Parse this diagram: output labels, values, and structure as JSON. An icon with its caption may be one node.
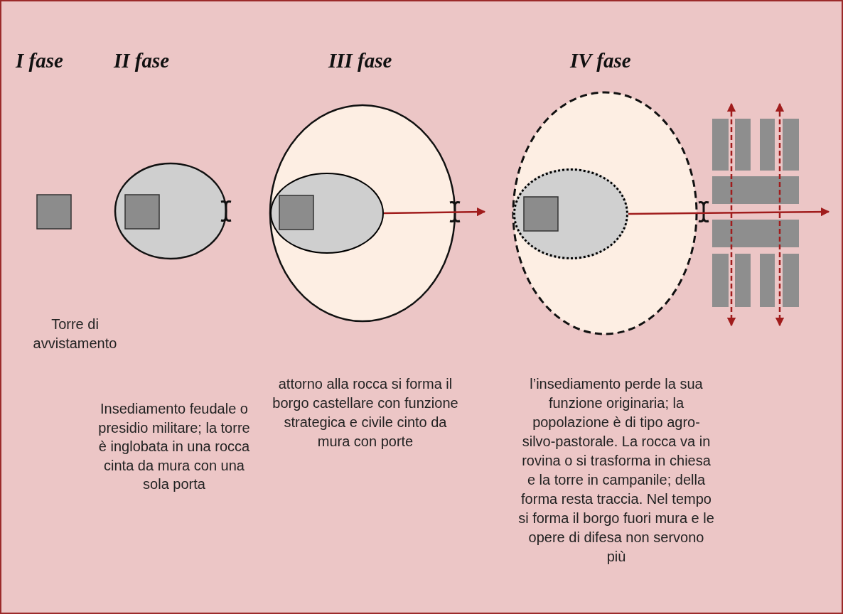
{
  "diagram": {
    "nodes": [
      {
        "text": [],
        "shape": "ellipse"
      },
      {
        "text": [],
        "shape": "ellipse"
      }
    ],
    "edges": [
      {
        "from": 0,
        "to": null,
        "arrow": "to"
      },
      {
        "from": 1,
        "to": null,
        "arrow": "to"
      }
    ],
    "labels": [
      "I fase",
      "II fase",
      "III fase",
      "IV fase",
      "Torre di avvistamento",
      "Insediamento feudale o presidio militare; la torre è inglobata in una rocca cinta da mura con una sola porta",
      "attorno alla rocca si forma il borgo castellare con funzione strategica e civile cinto da mura con porte",
      "l’insediamento perde la sua funzione originaria; la popolazione è di tipo agro-silvo-pastorale. La rocca va in rovina o si trasforma in chiesa e la torre in campanile; della forma resta traccia. Nel tempo si forma il borgo fuori mura e le opere di difesa non servono più"
    ]
  }
}
